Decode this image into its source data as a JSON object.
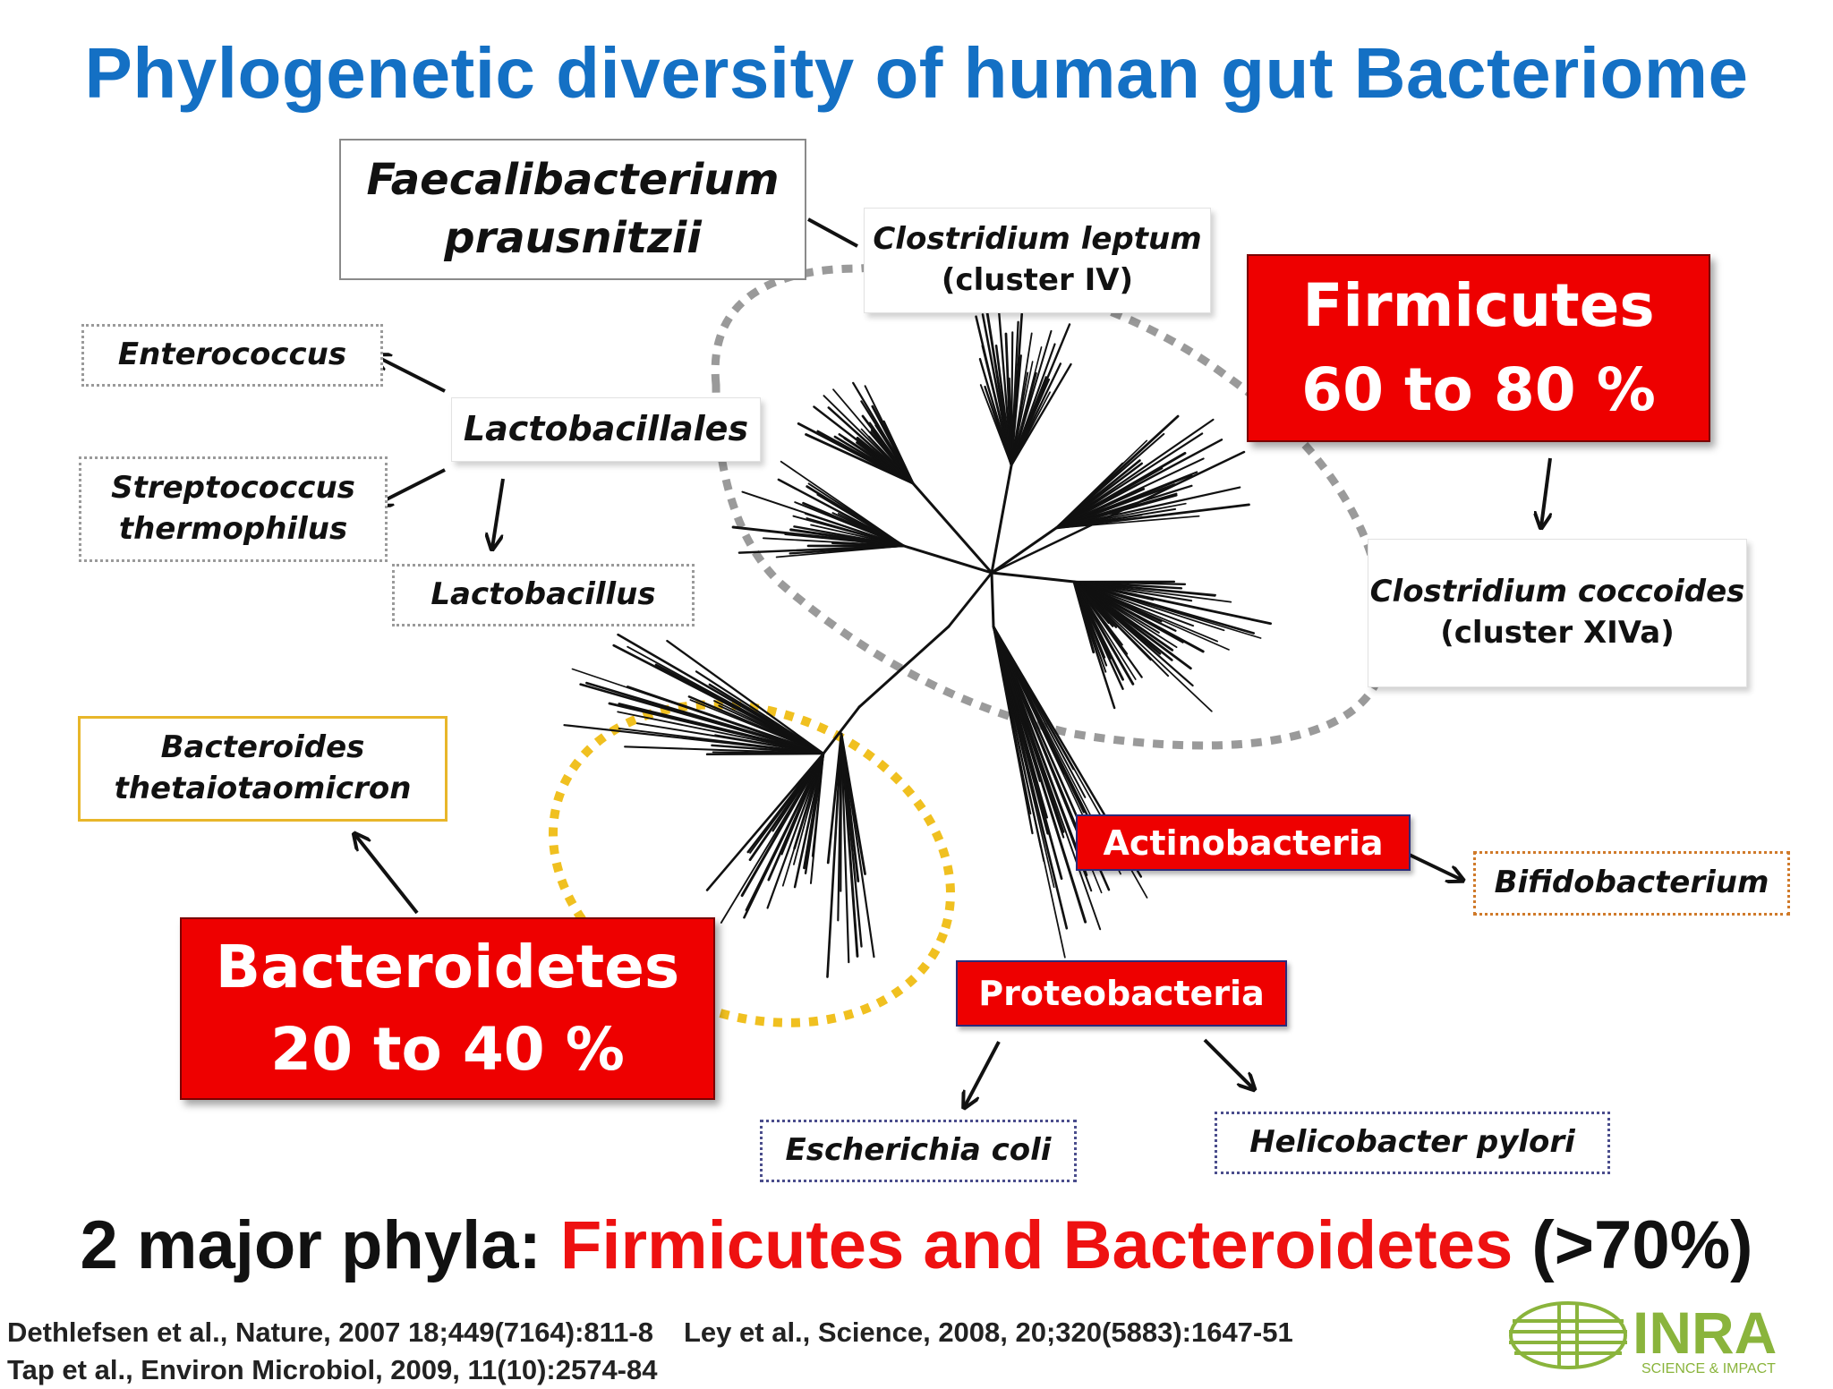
{
  "title": "Phylogenetic diversity of human gut Bacteriome",
  "labels": {
    "faecalibacterium": [
      "Faecalibacterium",
      "prausnitzii"
    ],
    "clostridium_leptum": [
      "Clostridium leptum",
      "(cluster IV)"
    ],
    "firmicutes": [
      "Firmicutes",
      "60 to 80 %"
    ],
    "enterococcus": "Enterococcus",
    "lactobacillales": "Lactobacillales",
    "streptococcus": [
      "Streptococcus",
      "thermophilus"
    ],
    "lactobacillus": "Lactobacillus",
    "clostridium_coccoides": [
      "Clostridium coccoides",
      "(cluster XIVa)"
    ],
    "bacteroides_theta": [
      "Bacteroides",
      "thetaiotaomicron"
    ],
    "actinobacteria": "Actinobacteria",
    "bifidobacterium": "Bifidobacterium",
    "bacteroidetes": [
      "Bacteroidetes",
      "20 to 40 %"
    ],
    "proteobacteria": "Proteobacteria",
    "escherichia": "Escherichia coli",
    "helicobacter": "Helicobacter pylori"
  },
  "summary": {
    "prefix": "2 major phyla: ",
    "highlight": "Firmicutes and Bacteroidetes",
    "suffix": " (>70%)"
  },
  "references": [
    "Dethlefsen et al., Nature, 2007 18;449(7164):811-8",
    "Ley et al., Science, 2008, 20;320(5883):1647-51",
    "Tap et al., Environ Microbiol, 2009, 11(10):2574-84"
  ],
  "logo": {
    "text": "INRA",
    "tagline": "SCIENCE & IMPACT"
  },
  "colors": {
    "title": "#1470c4",
    "red_box": "#ee0000",
    "firmicutes_outline": "#9a9a9a",
    "bacteroidetes_outline": "#f0c020",
    "logo_green": "#8ab43c"
  }
}
